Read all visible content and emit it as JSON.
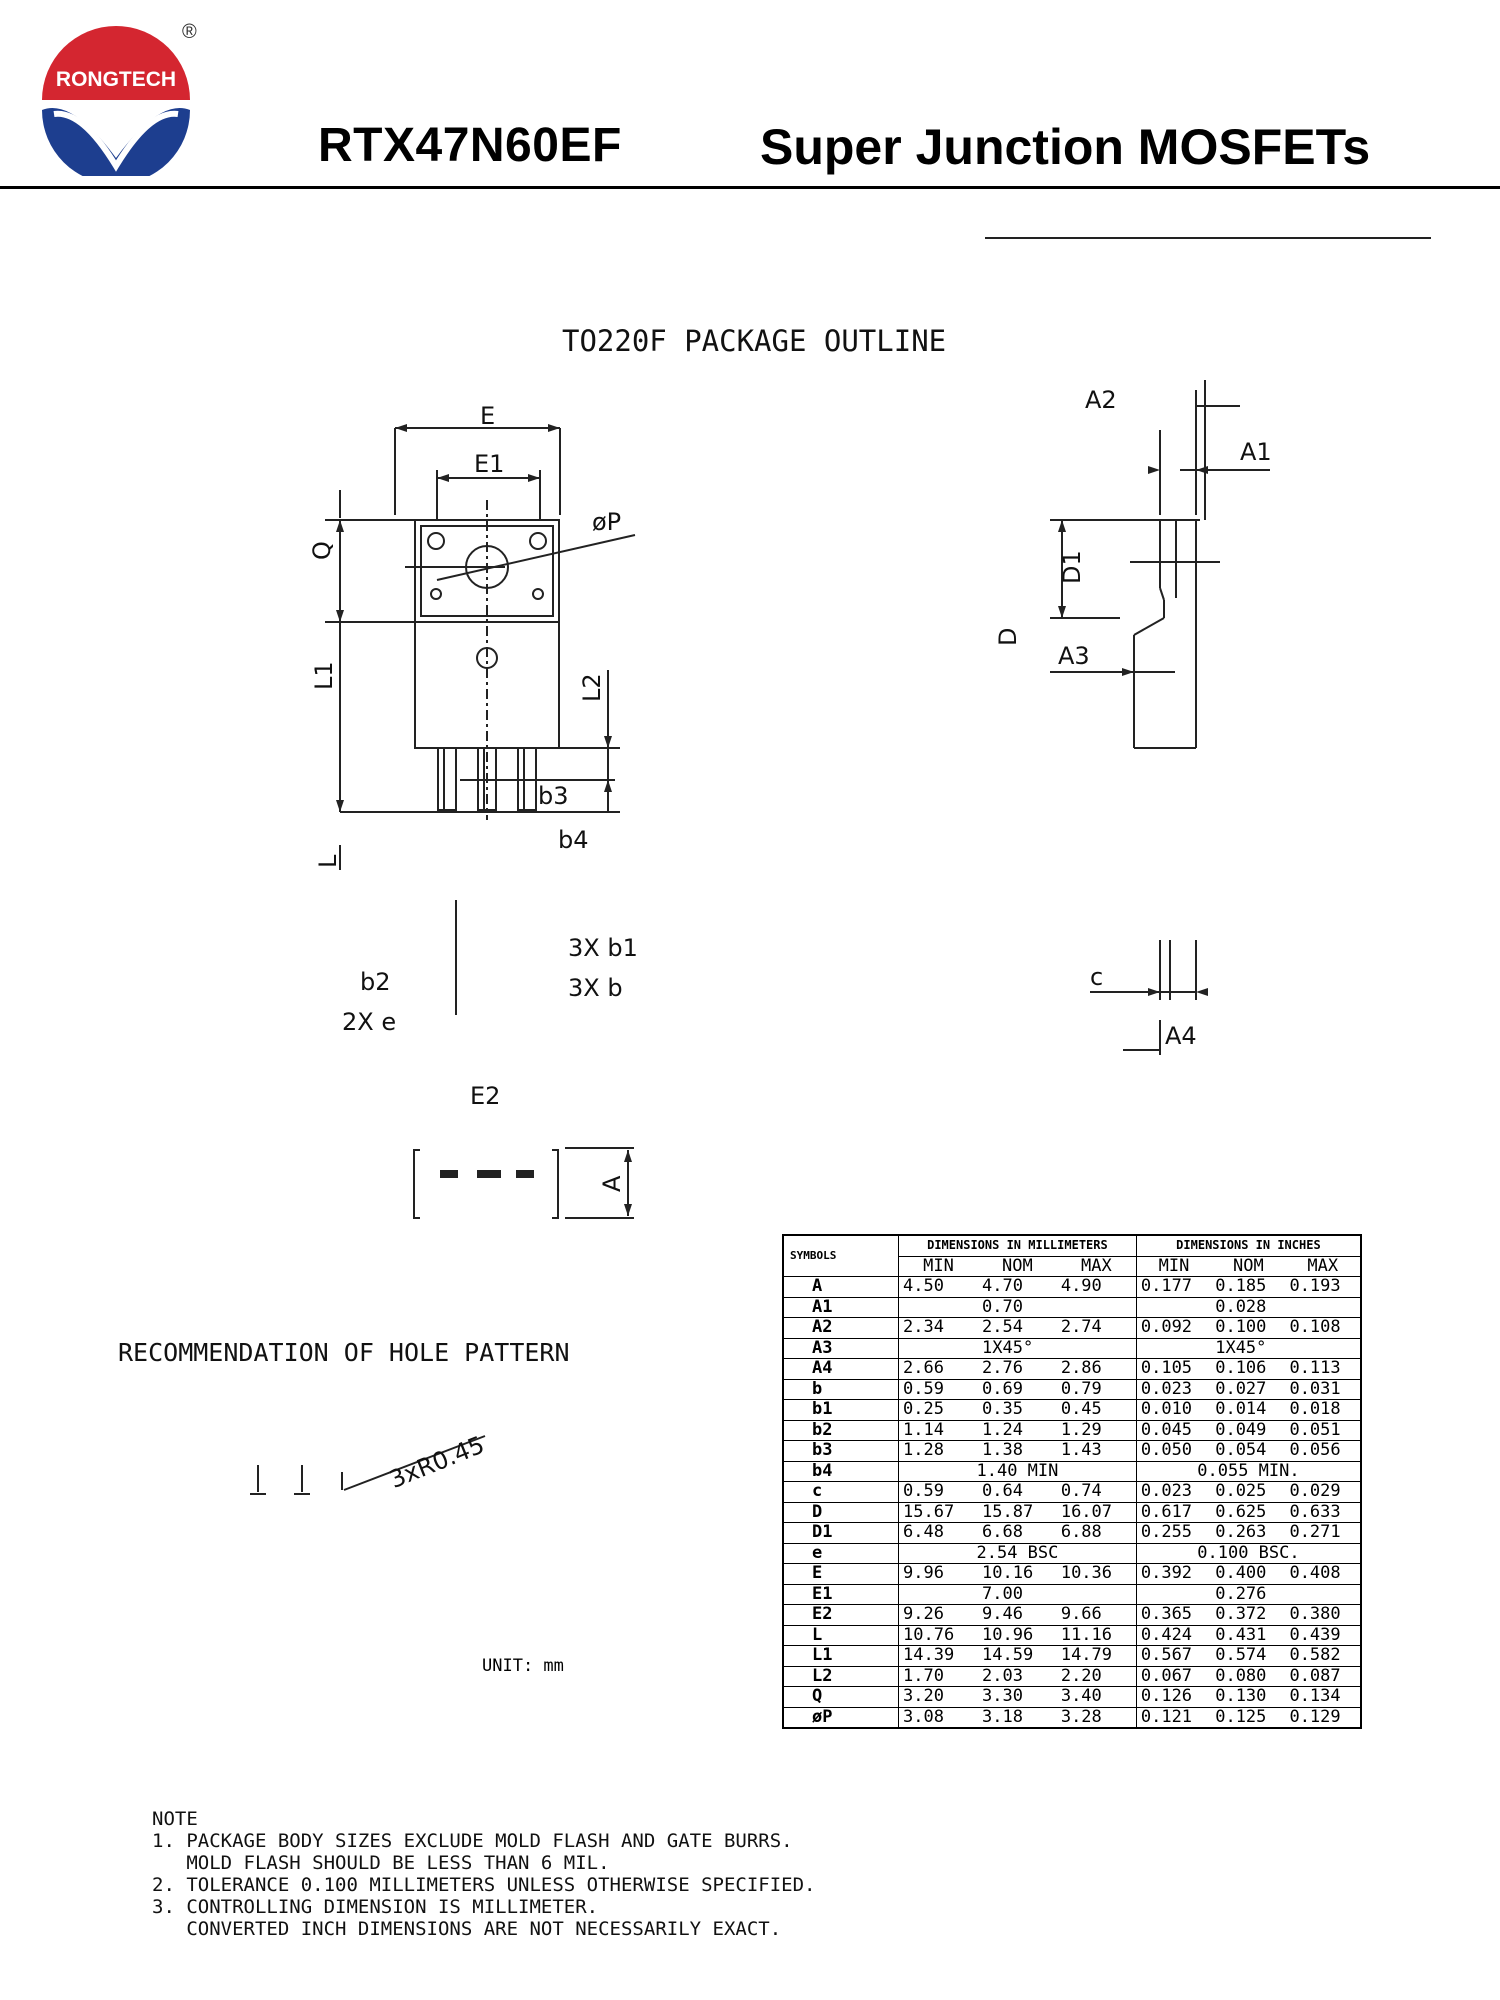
{
  "header": {
    "brand": "RONGTECH",
    "registered": "®",
    "part_number": "RTX47N60EF",
    "title": "Super Junction MOSFETs"
  },
  "drawing": {
    "title": "TO220F PACKAGE OUTLINE",
    "labels": {
      "E": "E",
      "E1": "E1",
      "phiP": "øP",
      "Q": "Q",
      "L1": "L1",
      "L2": "L2",
      "b3": "b3",
      "b4": "b4",
      "L": "L",
      "b1": "3X b1",
      "b": "3X b",
      "b2": "b2",
      "e": "2X e",
      "E2": "E2",
      "A": "A",
      "A1": "A1",
      "A2": "A2",
      "A3": "A3",
      "A4": "A4",
      "D": "D",
      "D1": "D1",
      "c": "c"
    },
    "hole_title": "RECOMMENDATION OF HOLE PATTERN",
    "hole_label": "3xR0.45",
    "unit": "UNIT: mm"
  },
  "dimensions": {
    "symbols_header": "SYMBOLS",
    "mm_header": "DIMENSIONS IN MILLIMETERS",
    "inch_header": "DIMENSIONS IN INCHES",
    "cols": [
      "MIN",
      "NOM",
      "MAX",
      "MIN",
      "NOM",
      "MAX"
    ],
    "rows": [
      {
        "sym": "A",
        "v": [
          "4.50",
          "4.70",
          "4.90",
          "0.177",
          "0.185",
          "0.193"
        ]
      },
      {
        "sym": "A1",
        "v": [
          "",
          "0.70",
          "",
          "",
          "0.028",
          ""
        ]
      },
      {
        "sym": "A2",
        "v": [
          "2.34",
          "2.54",
          "2.74",
          "0.092",
          "0.100",
          "0.108"
        ]
      },
      {
        "sym": "A3",
        "v": [
          "",
          "1X45°",
          "",
          "",
          "1X45°",
          ""
        ]
      },
      {
        "sym": "A4",
        "v": [
          "2.66",
          "2.76",
          "2.86",
          "0.105",
          "0.106",
          "0.113"
        ]
      },
      {
        "sym": "b",
        "v": [
          "0.59",
          "0.69",
          "0.79",
          "0.023",
          "0.027",
          "0.031"
        ]
      },
      {
        "sym": "b1",
        "v": [
          "0.25",
          "0.35",
          "0.45",
          "0.010",
          "0.014",
          "0.018"
        ]
      },
      {
        "sym": "b2",
        "v": [
          "1.14",
          "1.24",
          "1.29",
          "0.045",
          "0.049",
          "0.051"
        ]
      },
      {
        "sym": "b3",
        "v": [
          "1.28",
          "1.38",
          "1.43",
          "0.050",
          "0.054",
          "0.056"
        ]
      },
      {
        "sym": "b4",
        "mm_span": "1.40 MIN",
        "in_span": "0.055 MIN."
      },
      {
        "sym": "c",
        "v": [
          "0.59",
          "0.64",
          "0.74",
          "0.023",
          "0.025",
          "0.029"
        ]
      },
      {
        "sym": "D",
        "v": [
          "15.67",
          "15.87",
          "16.07",
          "0.617",
          "0.625",
          "0.633"
        ]
      },
      {
        "sym": "D1",
        "v": [
          "6.48",
          "6.68",
          "6.88",
          "0.255",
          "0.263",
          "0.271"
        ]
      },
      {
        "sym": "e",
        "mm_span": "2.54 BSC",
        "in_span": "0.100 BSC."
      },
      {
        "sym": "E",
        "v": [
          "9.96",
          "10.16",
          "10.36",
          "0.392",
          "0.400",
          "0.408"
        ]
      },
      {
        "sym": "E1",
        "v": [
          "",
          "7.00",
          "",
          "",
          "0.276",
          ""
        ]
      },
      {
        "sym": "E2",
        "v": [
          "9.26",
          "9.46",
          "9.66",
          "0.365",
          "0.372",
          "0.380"
        ]
      },
      {
        "sym": "L",
        "v": [
          "10.76",
          "10.96",
          "11.16",
          "0.424",
          "0.431",
          "0.439"
        ]
      },
      {
        "sym": "L1",
        "v": [
          "14.39",
          "14.59",
          "14.79",
          "0.567",
          "0.574",
          "0.582"
        ]
      },
      {
        "sym": "L2",
        "v": [
          "1.70",
          "2.03",
          "2.20",
          "0.067",
          "0.080",
          "0.087"
        ]
      },
      {
        "sym": "Q",
        "v": [
          "3.20",
          "3.30",
          "3.40",
          "0.126",
          "0.130",
          "0.134"
        ]
      },
      {
        "sym": "øP",
        "v": [
          "3.08",
          "3.18",
          "3.28",
          "0.121",
          "0.125",
          "0.129"
        ]
      }
    ]
  },
  "notes": {
    "title": "NOTE",
    "items": [
      "1. PACKAGE BODY SIZES EXCLUDE MOLD FLASH AND GATE BURRS.",
      "   MOLD FLASH SHOULD BE LESS THAN 6 MIL.",
      "2. TOLERANCE 0.100 MILLIMETERS UNLESS OTHERWISE SPECIFIED.",
      "3. CONTROLLING DIMENSION IS MILLIMETER.",
      "   CONVERTED INCH DIMENSIONS ARE NOT NECESSARILY EXACT."
    ]
  },
  "colors": {
    "logo_red": "#d42630",
    "logo_blue": "#1d3e8f",
    "ink": "#111111"
  }
}
